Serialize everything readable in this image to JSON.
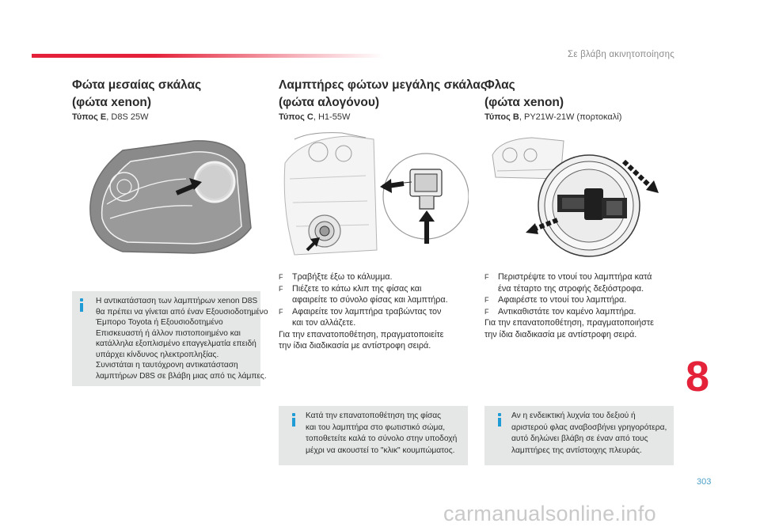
{
  "header": {
    "section_title": "Σε βλάβη ακινητοποίησης"
  },
  "col1": {
    "title_line1": "Φώτα μεσαίας σκάλας",
    "title_line2": "(φώτα xenon)",
    "type_label": "Τύπος E",
    "type_value": ", D8S 25W",
    "note": {
      "icon": "info-icon",
      "lines": [
        "Η αντικατάσταση των λαμπτήρων xenon D8S",
        "θα πρέπει να γίνεται από έναν Εξουσιοδοτημένο",
        "Έμπορο Toyota ή Εξουσιοδοτημένο",
        "Επισκευαστή ή άλλον πιστοποιημένο και",
        "κατάλληλα εξοπλισμένο επαγγελματία επειδή",
        "υπάρχει κίνδυνος ηλεκτροπληξίας.",
        "Συνιστάται η ταυτόχρονη αντικατάσταση",
        "λαμπτήρων D8S σε βλάβη μιας από τις λάμπες."
      ]
    }
  },
  "col2": {
    "title_line1": "Λαμπτήρες φώτων μεγάλης σκάλας",
    "title_line2": "(φώτα αλογόνου)",
    "type_label": "Τύπος C",
    "type_value": ", H1-55W",
    "steps": [
      {
        "bullet": "F",
        "lines": [
          "Τραβήξτε έξω το κάλυμμα."
        ]
      },
      {
        "bullet": "F",
        "lines": [
          "Πιέζετε το κάτω κλιπ της φίσας και",
          "αφαιρείτε το σύνολο φίσας και λαμπτήρα."
        ]
      },
      {
        "bullet": "F",
        "lines": [
          "Αφαιρείτε τον λαμπτήρα τραβώντας τον",
          "και τον αλλάζετε."
        ]
      }
    ],
    "closing": [
      "Για την επανατοποθέτηση, πραγματοποιείτε",
      "την ίδια διαδικασία με αντίστροφη σειρά."
    ],
    "note": {
      "icon": "info-icon",
      "lines": [
        "Κατά την επανατοποθέτηση της φίσας",
        "και του λαμπτήρα στο φωτιστικό σώμα,",
        "τοποθετείτε καλά το σύνολο στην υποδοχή",
        "μέχρι να ακουστεί το \"κλικ\" κουμπώματος."
      ]
    }
  },
  "col3": {
    "title_line1": "Φλας",
    "title_line2": "(φώτα xenon)",
    "type_label": "Τύπος B",
    "type_value": ", PY21W-21W (πορτοκαλί)",
    "steps": [
      {
        "bullet": "F",
        "lines": [
          "Περιστρέψτε το ντουί του λαμπτήρα κατά",
          "ένα τέταρτο της στροφής δεξιόστροφα."
        ]
      },
      {
        "bullet": "F",
        "lines": [
          "Αφαιρέστε το ντουί του λαμπτήρα."
        ]
      },
      {
        "bullet": "F",
        "lines": [
          "Αντικαθιστάτε τον καμένο λαμπτήρα."
        ]
      }
    ],
    "closing": [
      "Για την επανατοποθέτηση, πραγματοποιήστε",
      "την ίδια διαδικασία με αντίστροφη σειρά."
    ],
    "note": {
      "icon": "info-icon",
      "lines": [
        "Αν η ενδεικτική λυχνία του δεξιού ή",
        "αριστερού φλας αναβοσβήνει γρηγορότερα,",
        "αυτό δηλώνει βλάβη σε έναν από τους",
        "λαμπτήρες της αντίστοιχης πλευράς."
      ]
    }
  },
  "chapter_number": "8",
  "page_number": "303",
  "watermark": "carmanualsonline.info"
}
